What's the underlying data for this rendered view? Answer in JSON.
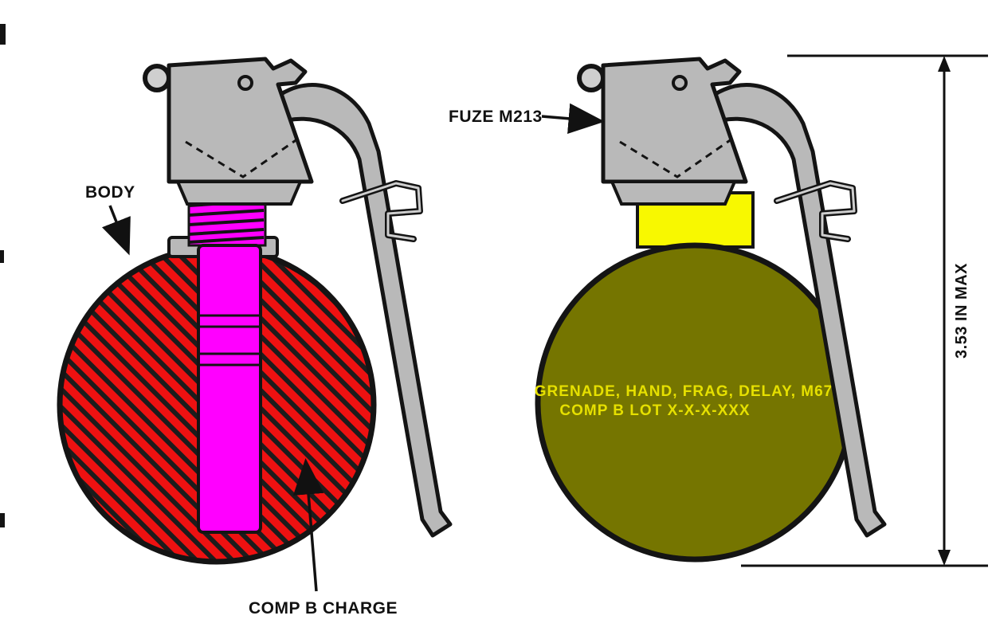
{
  "figure": {
    "description": "Cutaway and exterior views of M67 fragmentation hand grenade"
  },
  "labels": {
    "body": "BODY",
    "comp_b_charge": "COMP B CHARGE",
    "fuze": "FUZE M213",
    "dimension": "3.53 IN MAX"
  },
  "stencil": {
    "line1": "GRENADE, HAND, FRAG, DELAY, M67",
    "line2": "COMP B LOT X-X-X-XXX"
  },
  "colors": {
    "comp_b_red": "#ee1111",
    "hatch_black": "#1c1c1c",
    "fuze_well_magenta": "#ff00ff",
    "fuze_gray": "#b9b9b9",
    "ring_gray": "#cfcfcf",
    "body_olive": "#757500",
    "band_yellow": "#f8f800",
    "stencil_yellow": "#e6e000",
    "outline_black": "#141414",
    "background": "#ffffff"
  }
}
